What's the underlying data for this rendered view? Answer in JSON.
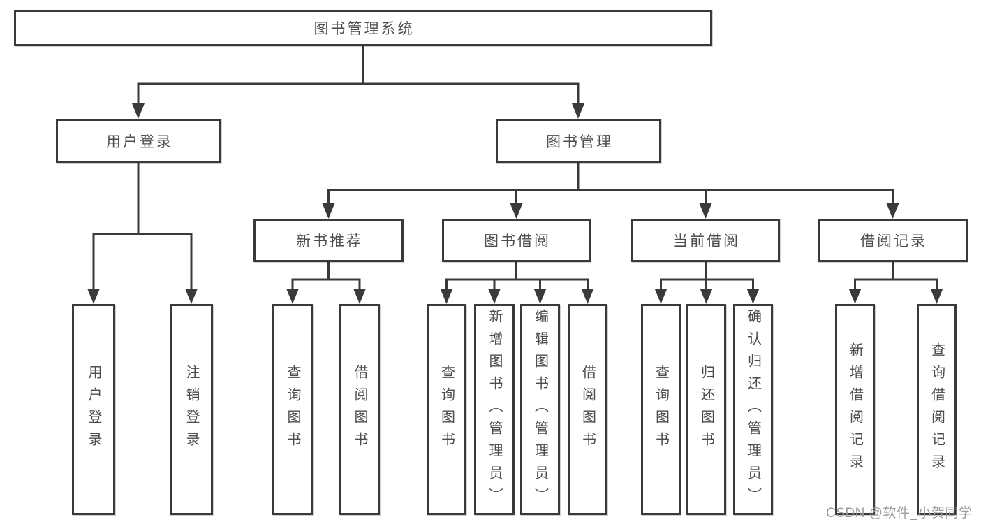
{
  "nodes": {
    "root": "图书管理系统",
    "user_login": "用户登录",
    "book_mgmt": "图书管理",
    "new_book_rec": "新书推荐",
    "book_borrow": "图书借阅",
    "current_borrow": "当前借阅",
    "borrow_records": "借阅记录",
    "leaf_user_login": "用户登录",
    "leaf_logout": "注销登录",
    "leaf_query_book_rec": "查询图书",
    "leaf_borrow_book_rec": "借阅图书",
    "leaf_query_book_bb": "查询图书",
    "leaf_add_book": "新增图书（管理员）",
    "leaf_edit_book": "编辑图书（管理员）",
    "leaf_borrow_book_bb": "借阅图书",
    "leaf_query_book_cb": "查询图书",
    "leaf_return_book": "归还图书",
    "leaf_confirm_return": "确认归还（管理员）",
    "leaf_add_record": "新增借阅记录",
    "leaf_query_record": "查询借阅记录"
  },
  "hierarchy": {
    "图书管理系统": {
      "用户登录": [
        "用户登录",
        "注销登录"
      ],
      "图书管理": {
        "新书推荐": [
          "查询图书",
          "借阅图书"
        ],
        "图书借阅": [
          "查询图书",
          "新增图书（管理员）",
          "编辑图书（管理员）",
          "借阅图书"
        ],
        "当前借阅": [
          "查询图书",
          "归还图书",
          "确认归还（管理员）"
        ],
        "借阅记录": [
          "新增借阅记录",
          "查询借阅记录"
        ]
      }
    }
  },
  "watermark": "CSDN @软件_小贺同学",
  "colors": {
    "line": "#3a3a3a",
    "border": "#3a3a3a",
    "text": "#4d4d4d",
    "background": "#ffffff",
    "watermark": "#9c9c9c"
  }
}
